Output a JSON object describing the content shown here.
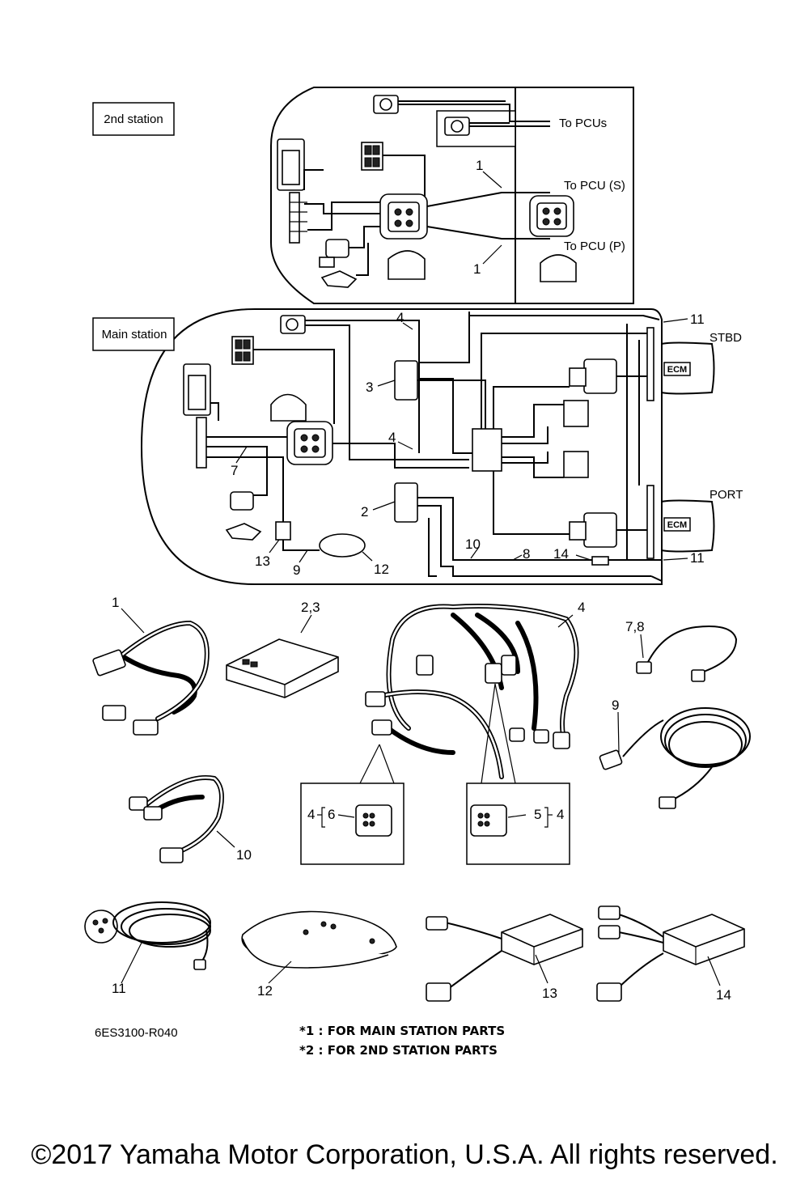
{
  "diagram": {
    "title": "",
    "section_labels": {
      "second_station": "2nd station",
      "main_station": "Main station"
    },
    "connection_labels": {
      "to_pcus": "To PCUs",
      "to_pcu_s": "To PCU (S)",
      "to_pcu_p": "To PCU (P)",
      "stbd": "STBD",
      "port": "PORT",
      "ecm": "ECM"
    },
    "callouts_schematic": [
      "1",
      "1",
      "4",
      "3",
      "4",
      "2",
      "7",
      "13",
      "9",
      "12",
      "10",
      "8",
      "14",
      "11",
      "11"
    ],
    "callouts_parts": [
      "1",
      "2,3",
      "4",
      "7,8",
      "9",
      "10",
      "11",
      "12",
      "13",
      "14"
    ],
    "detail_boxes": {
      "left": {
        "ref": "4",
        "part": "6"
      },
      "right": {
        "ref": "4",
        "part": "5"
      }
    },
    "diagram_code": "6ES3100-R040",
    "notes": [
      "*1 : FOR MAIN STATION PARTS",
      "*2 : FOR 2ND STATION PARTS"
    ]
  },
  "copyright": "©2017 Yamaha Motor Corporation, U.S.A. All rights reserved."
}
